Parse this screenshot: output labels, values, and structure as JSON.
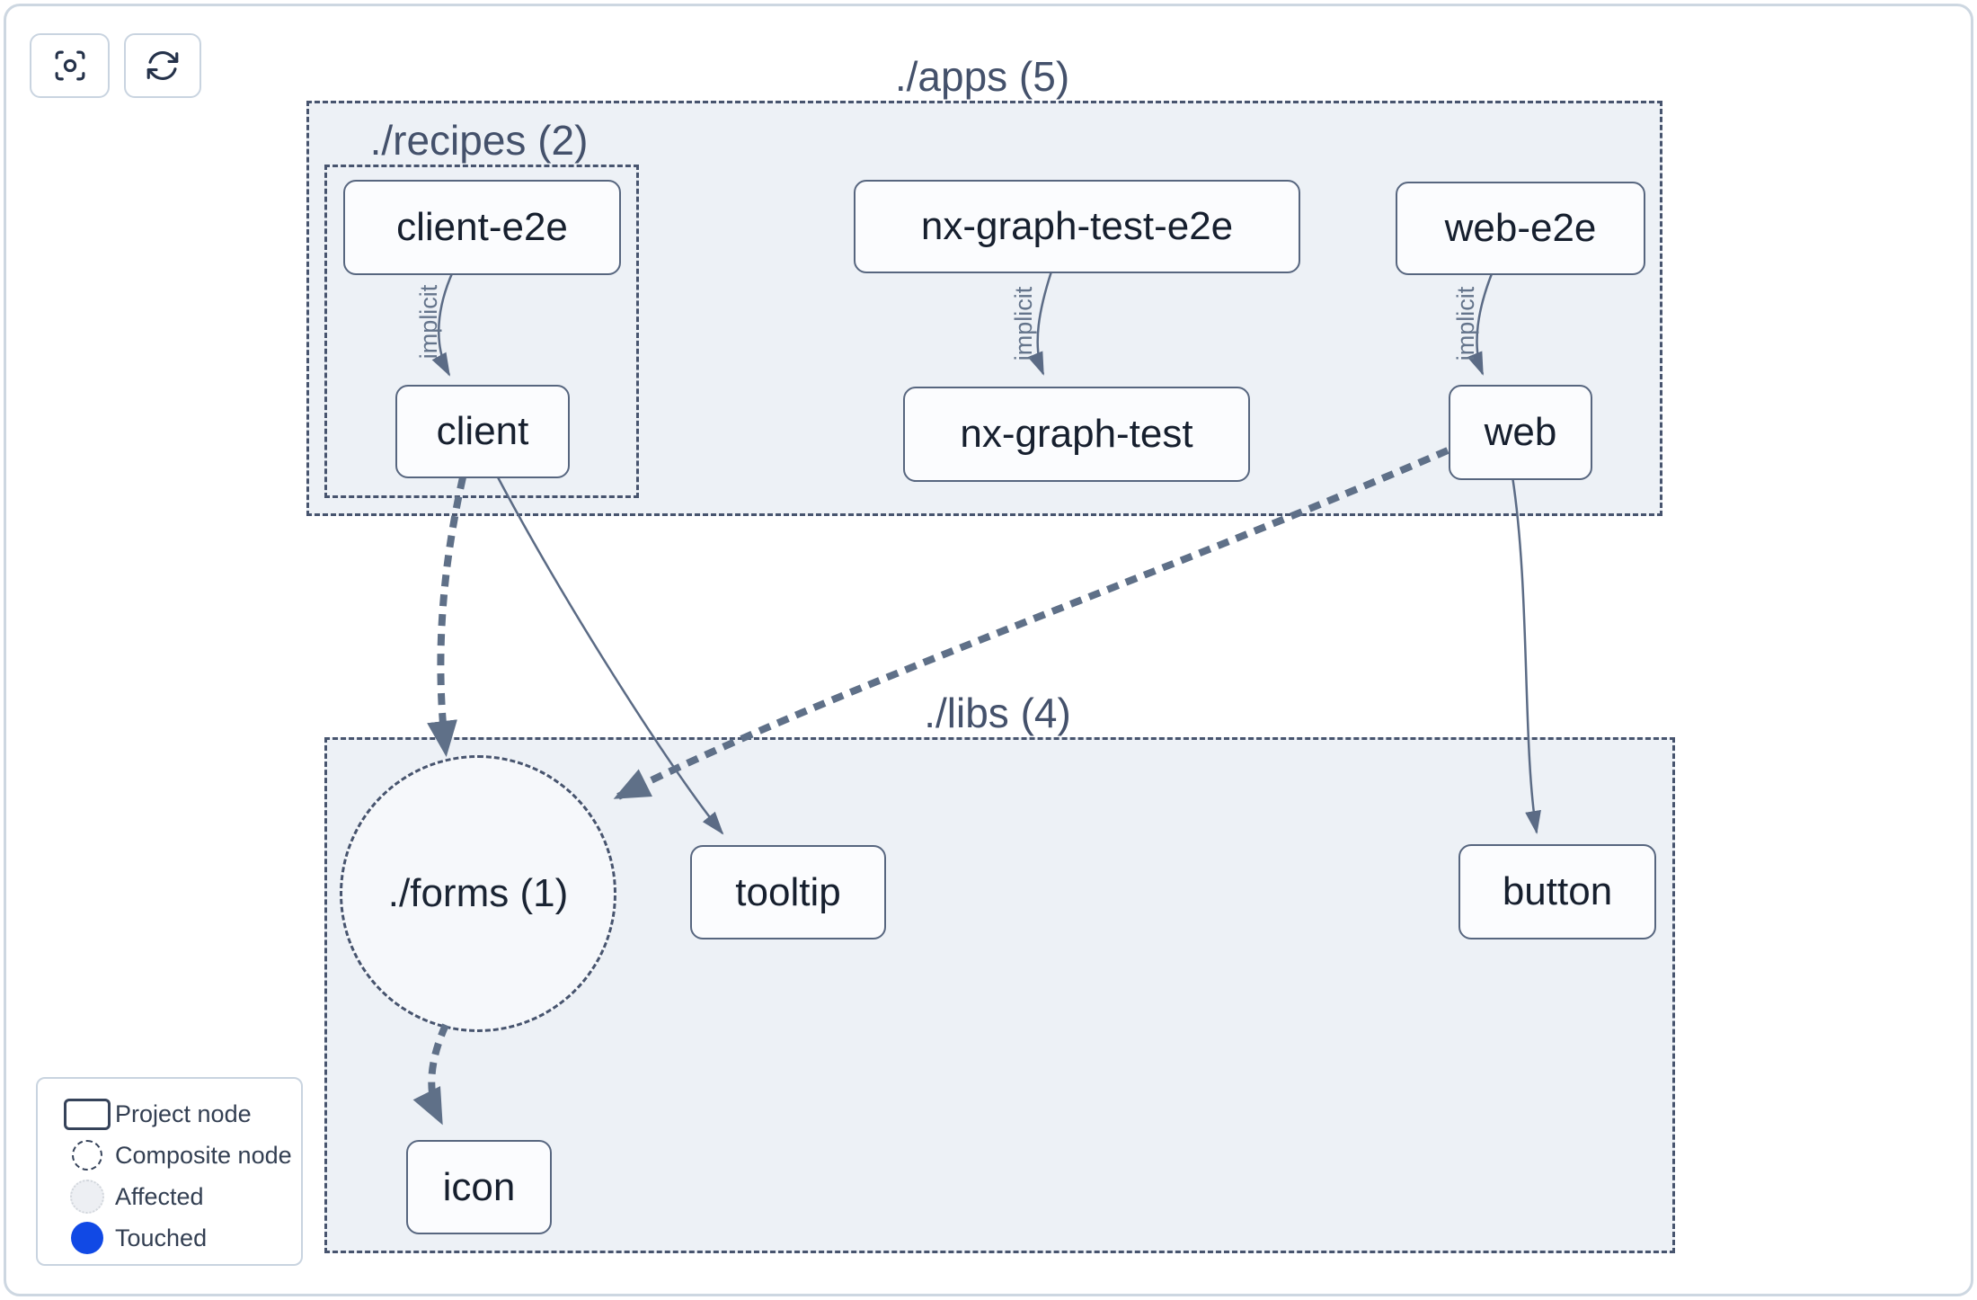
{
  "toolbar": {
    "focus_button": {
      "icon": "focus-icon"
    },
    "refresh_button": {
      "icon": "refresh-icon"
    }
  },
  "graph": {
    "groups": [
      {
        "id": "apps",
        "label": "./apps (5)"
      },
      {
        "id": "recipes",
        "label": "./recipes (2)"
      },
      {
        "id": "libs",
        "label": "./libs (4)"
      }
    ],
    "composite_nodes": [
      {
        "id": "forms",
        "label": "./forms (1)"
      }
    ],
    "project_nodes": [
      {
        "id": "client-e2e",
        "label": "client-e2e"
      },
      {
        "id": "client",
        "label": "client"
      },
      {
        "id": "nx-graph-test-e2e",
        "label": "nx-graph-test-e2e"
      },
      {
        "id": "nx-graph-test",
        "label": "nx-graph-test"
      },
      {
        "id": "web-e2e",
        "label": "web-e2e"
      },
      {
        "id": "web",
        "label": "web"
      },
      {
        "id": "tooltip",
        "label": "tooltip"
      },
      {
        "id": "button",
        "label": "button"
      },
      {
        "id": "icon",
        "label": "icon"
      }
    ],
    "edges": [
      {
        "source": "client-e2e",
        "target": "client",
        "type": "implicit",
        "label": "implicit"
      },
      {
        "source": "nx-graph-test-e2e",
        "target": "nx-graph-test",
        "type": "implicit",
        "label": "implicit"
      },
      {
        "source": "web-e2e",
        "target": "web",
        "type": "implicit",
        "label": "implicit"
      },
      {
        "source": "client",
        "target": "tooltip",
        "type": "static",
        "label": ""
      },
      {
        "source": "web",
        "target": "button",
        "type": "static",
        "label": ""
      },
      {
        "source": "client",
        "target": "./forms (1)",
        "type": "composite",
        "label": ""
      },
      {
        "source": "web",
        "target": "./forms (1)",
        "type": "composite",
        "label": ""
      },
      {
        "source": "./forms (1)",
        "target": "icon",
        "type": "composite",
        "label": ""
      }
    ]
  },
  "legend": {
    "items": [
      {
        "label": "Project node",
        "swatch": "project-node-swatch"
      },
      {
        "label": "Composite node",
        "swatch": "composite-node-swatch"
      },
      {
        "label": "Affected",
        "swatch": "affected-swatch"
      },
      {
        "label": "Touched",
        "swatch": "touched-swatch"
      }
    ]
  },
  "colors": {
    "touched_blue": "#1149e5",
    "container_fill": "#edf1f6",
    "dashed_border": "#47546e",
    "edge": "#5f7088",
    "node_border": "#57667f",
    "node_text": "#161f2e",
    "group_label_text": "#44516b",
    "legend_border": "#c9d4e0"
  }
}
